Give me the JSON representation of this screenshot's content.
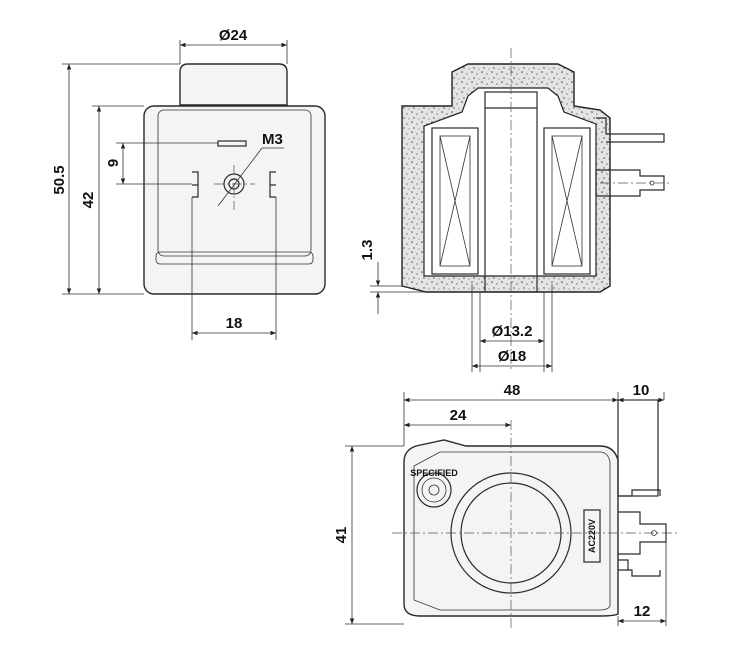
{
  "front_view": {
    "dim_width_top": "Ø24",
    "dim_total_height": "50.5",
    "dim_body_height": "42",
    "dim_slot_offset": "9",
    "dim_pin_spacing": "18",
    "label_screw": "M3"
  },
  "section_view": {
    "dim_bottom_gap": "1.3",
    "dim_inner_bore": "Ø13.2",
    "dim_outer_bore": "Ø18"
  },
  "top_view": {
    "dim_overall_width": "48",
    "dim_center_offset": "24",
    "dim_connector_width": "10",
    "dim_height": "41",
    "dim_pin_width": "12",
    "label_voltage": "AC220V",
    "label_seal_text": "SPECIFIED"
  }
}
